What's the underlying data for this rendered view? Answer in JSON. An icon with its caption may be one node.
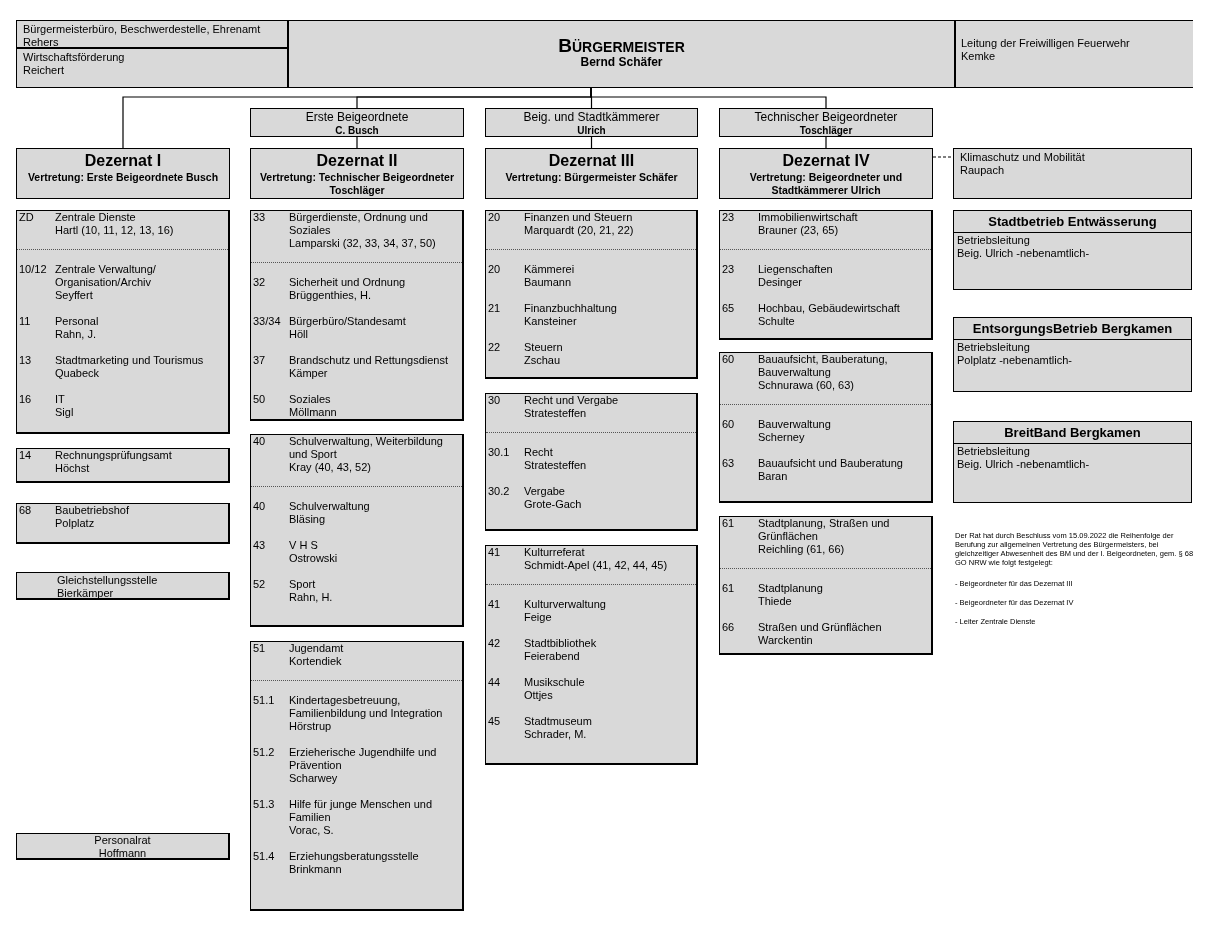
{
  "diagram": {
    "nodes": [
      {
        "text": [
          "BÜRGERMEISTER",
          "Bernd Schäfer"
        ]
      },
      {
        "text": [
          "Bürgermeisterbüro, Beschwerdestelle, Ehrenamt",
          "Rehers"
        ]
      },
      {
        "text": [
          "Wirtschaftsförderung",
          "Reichert"
        ]
      },
      {
        "text": [
          "Leitung der Freiwilligen Feuerwehr",
          "Kemke"
        ]
      },
      {
        "text": [
          "Dezernat I",
          "Vertretung: Erste Beigeordnete Busch"
        ]
      },
      {
        "text": [
          "Erste Beigeordnete",
          "C. Busch"
        ]
      },
      {
        "text": [
          "Dezernat II",
          "Vertretung: Technischer Beigeordneter Toschläger"
        ]
      },
      {
        "text": [
          "Beig. und Stadtkämmerer",
          "Ulrich"
        ]
      },
      {
        "text": [
          "Dezernat III",
          "Vertretung: Bürgermeister Schäfer"
        ]
      },
      {
        "text": [
          "Technischer Beigeordneter",
          "Toschläger"
        ]
      },
      {
        "text": [
          "Dezernat IV",
          "Vertretung: Beigeordneter und Stadtkämmerer Ulrich"
        ]
      },
      {
        "text": [
          "Klimaschutz und Mobilität",
          "Raupach"
        ]
      },
      {
        "text": [],
        "shape": "box"
      },
      {
        "text": [
          "ZD",
          "Zentrale Dienste",
          "Hartl (10, 11, 12, 13, 16)"
        ],
        "in": 12
      },
      {
        "text": [
          "10/12",
          "Zentrale Verwaltung/ Organisation/Archiv",
          "Seyffert"
        ],
        "in": 12
      },
      {
        "text": [
          "11",
          "Personal",
          "Rahn, J."
        ],
        "in": 12
      },
      {
        "text": [
          "13",
          "Stadtmarketing und Tourismus",
          "Quabeck"
        ],
        "in": 12
      },
      {
        "text": [
          "16",
          "IT",
          "Sigl"
        ],
        "in": 12
      },
      {
        "text": [],
        "shape": "box"
      },
      {
        "text": [
          "14",
          "Rechnungsprüfungsamt",
          "Höchst"
        ],
        "in": 18
      },
      {
        "text": [],
        "shape": "box"
      },
      {
        "text": [
          "68",
          "Baubetriebshof",
          "Polplatz"
        ],
        "in": 20
      },
      {
        "text": [
          "Gleichstellungsstelle",
          "Bierkämper"
        ]
      },
      {
        "text": [
          "Personalrat",
          "Hoffmann"
        ]
      },
      {
        "text": [],
        "shape": "box"
      },
      {
        "text": [
          "33",
          "Bürgerdienste, Ordnung und Soziales",
          "Lamparski (32, 33, 34, 37, 50)"
        ],
        "in": 24
      },
      {
        "text": [
          "32",
          "Sicherheit und Ordnung",
          "Brüggenthies, H."
        ],
        "in": 24
      },
      {
        "text": [
          "33/34",
          "Bürgerbüro/Standesamt",
          "Höll"
        ],
        "in": 24
      },
      {
        "text": [
          "37",
          "Brandschutz und Rettungsdienst",
          "Kämper"
        ],
        "in": 24
      },
      {
        "text": [
          "50",
          "Soziales",
          "Möllmann"
        ],
        "in": 24
      },
      {
        "text": [],
        "shape": "box"
      },
      {
        "text": [
          "40",
          "Schulverwaltung, Weiterbildung und Sport",
          "Kray (40, 43, 52)"
        ],
        "in": 30
      },
      {
        "text": [
          "40",
          "Schulverwaltung",
          "Bläsing"
        ],
        "in": 30
      },
      {
        "text": [
          "43",
          "V H S",
          "Ostrowski"
        ],
        "in": 30
      },
      {
        "text": [
          "52",
          "Sport",
          "Rahn, H."
        ],
        "in": 30
      },
      {
        "text": [],
        "shape": "box"
      },
      {
        "text": [
          "51",
          "Jugendamt",
          "Kortendiek"
        ],
        "in": 35
      },
      {
        "text": [
          "51.1",
          "Kindertagesbetreuung, Familienbildung und Integration",
          "Hörstrup"
        ],
        "in": 35
      },
      {
        "text": [
          "51.2",
          "Erzieherische Jugendhilfe und Prävention",
          "Scharwey"
        ],
        "in": 35
      },
      {
        "text": [
          "51.3",
          "Hilfe für junge Menschen und Familien",
          "Vorac, S."
        ],
        "in": 35
      },
      {
        "text": [
          "51.4",
          "Erziehungsberatungsstelle",
          "Brinkmann"
        ],
        "in": 35
      },
      {
        "text": [],
        "shape": "box"
      },
      {
        "text": [
          "20",
          "Finanzen und Steuern",
          "Marquardt (20, 21, 22)"
        ],
        "in": 41
      },
      {
        "text": [
          "20",
          "Kämmerei",
          "Baumann"
        ],
        "in": 41
      },
      {
        "text": [
          "21",
          "Finanzbuchhaltung",
          "Kansteiner"
        ],
        "in": 41
      },
      {
        "text": [
          "22",
          "Steuern",
          "Zschau"
        ],
        "in": 41
      },
      {
        "text": [],
        "shape": "box"
      },
      {
        "text": [
          "30",
          "Recht und Vergabe",
          "Stratesteffen"
        ],
        "in": 46
      },
      {
        "text": [
          "30.1",
          "Recht",
          "Stratesteffen"
        ],
        "in": 46
      },
      {
        "text": [
          "30.2",
          "Vergabe",
          "Grote-Gach"
        ],
        "in": 46
      },
      {
        "text": [],
        "shape": "box"
      },
      {
        "text": [
          "41",
          "Kulturreferat",
          "Schmidt-Apel (41, 42, 44, 45)"
        ],
        "in": 50
      },
      {
        "text": [
          "41",
          "Kulturverwaltung",
          "Feige"
        ],
        "in": 50
      },
      {
        "text": [
          "42",
          "Stadtbibliothek",
          "Feierabend"
        ],
        "in": 50
      },
      {
        "text": [
          "44",
          "Musikschule",
          "Ottjes"
        ],
        "in": 50
      },
      {
        "text": [
          "45",
          "Stadtmuseum",
          "Schrader, M."
        ],
        "in": 50
      },
      {
        "text": [],
        "shape": "box"
      },
      {
        "text": [
          "23",
          "Immobilienwirtschaft",
          "Brauner (23, 65)"
        ],
        "in": 56
      },
      {
        "text": [
          "23",
          "Liegenschaften",
          "Desinger"
        ],
        "in": 56
      },
      {
        "text": [
          "65",
          "Hochbau, Gebäudewirtschaft",
          "Schulte"
        ],
        "in": 56
      },
      {
        "text": [],
        "shape": "box"
      },
      {
        "text": [
          "60",
          "Bauaufsicht, Bauberatung, Bauverwaltung",
          "Schnurawa (60, 63)"
        ],
        "in": 60
      },
      {
        "text": [
          "60",
          "Bauverwaltung",
          "Scherney"
        ],
        "in": 60
      },
      {
        "text": [
          "63",
          "Bauaufsicht und Bauberatung",
          "Baran"
        ],
        "in": 60
      },
      {
        "text": [],
        "shape": "box"
      },
      {
        "text": [
          "61",
          "Stadtplanung, Straßen und Grünflächen",
          "Reichling (61, 66)"
        ],
        "in": 64
      },
      {
        "text": [
          "61",
          "Stadtplanung",
          "Thiede"
        ],
        "in": 64
      },
      {
        "text": [
          "66",
          "Straßen und Grünflächen",
          "Warckentin"
        ],
        "in": 64
      },
      {
        "text": [
          "Stadtbetrieb Entwässerung",
          "Betriebsleitung",
          "Beig. Ulrich -nebenamtlich-"
        ]
      },
      {
        "text": [
          "EntsorgungsBetrieb Bergkamen",
          "Betriebsleitung",
          "Polplatz -nebenamtlich-"
        ]
      },
      {
        "text": [
          "BreitBand Bergkamen",
          "Betriebsleitung",
          "Beig. Ulrich -nebenamtlich-"
        ]
      }
    ],
    "edges": [
      {
        "from": 0,
        "to": 4,
        "arrow": "none"
      },
      {
        "from": 0,
        "to": 5,
        "arrow": "none"
      },
      {
        "from": 0,
        "to": 7,
        "arrow": "none"
      },
      {
        "from": 0,
        "to": 9,
        "arrow": "none"
      },
      {
        "from": 5,
        "to": 6,
        "arrow": "none"
      },
      {
        "from": 7,
        "to": 8,
        "arrow": "none"
      },
      {
        "from": 9,
        "to": 10,
        "arrow": "none"
      },
      {
        "from": 10,
        "to": 11,
        "arrow": "none",
        "style": "dashed"
      }
    ],
    "labels": [
      "Der Rat hat durch Beschluss vom 15.09.2022 die Reihenfolge der Berufung zur allgemeinen Vertretung des Bürgermeisters, bei gleichzeitiger Abwesenheit des BM und der I. Beigeordneten, gem. § 68 GO NRW wie folgt festgelegt:",
      "- Beigeordneter für das Dezernat III",
      "- Beigeordneter für das Dezernat IV",
      "- Leiter Zentrale Dienste"
    ]
  }
}
